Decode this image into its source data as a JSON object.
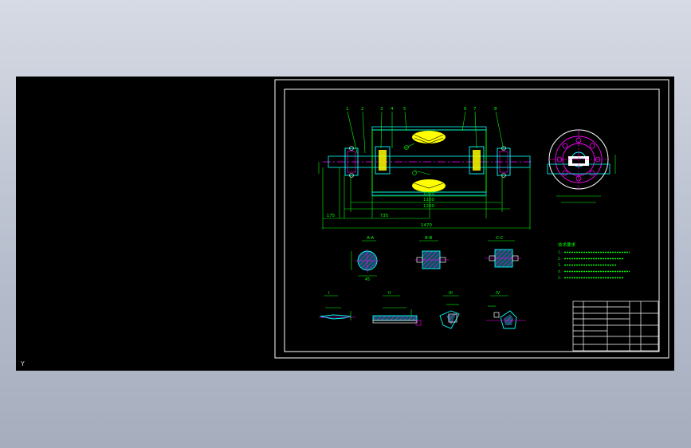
{
  "viewport": {
    "ucs_label": "Y"
  },
  "colors": {
    "background": "#000000",
    "frame": "#ffffff",
    "dimension": "#00ff00",
    "leader": "#00ff00",
    "part": "#00ffff",
    "center": "#ff00ff",
    "hatch": "#ffff00",
    "title_block": "#ffffff"
  },
  "drawing": {
    "balloons": [
      "1",
      "2",
      "3",
      "4",
      "5",
      "6",
      "7",
      "8"
    ],
    "main_dims": [
      "175",
      "735",
      "1470"
    ],
    "inner_dims": [
      "1000",
      "1100",
      "1200"
    ],
    "sections": [
      {
        "title": "A-A",
        "dim": "45"
      },
      {
        "title": "B-B",
        "dim": ""
      },
      {
        "title": "C-C",
        "dim": ""
      }
    ],
    "details": [
      {
        "title": "I",
        "dim": ""
      },
      {
        "title": "II",
        "dim": ""
      },
      {
        "title": "III",
        "dim": ""
      },
      {
        "title": "IV",
        "dim": ""
      }
    ],
    "notes_title": "技术要求",
    "notes": [
      "1.",
      "2.",
      "3.",
      "4.",
      "5."
    ]
  }
}
